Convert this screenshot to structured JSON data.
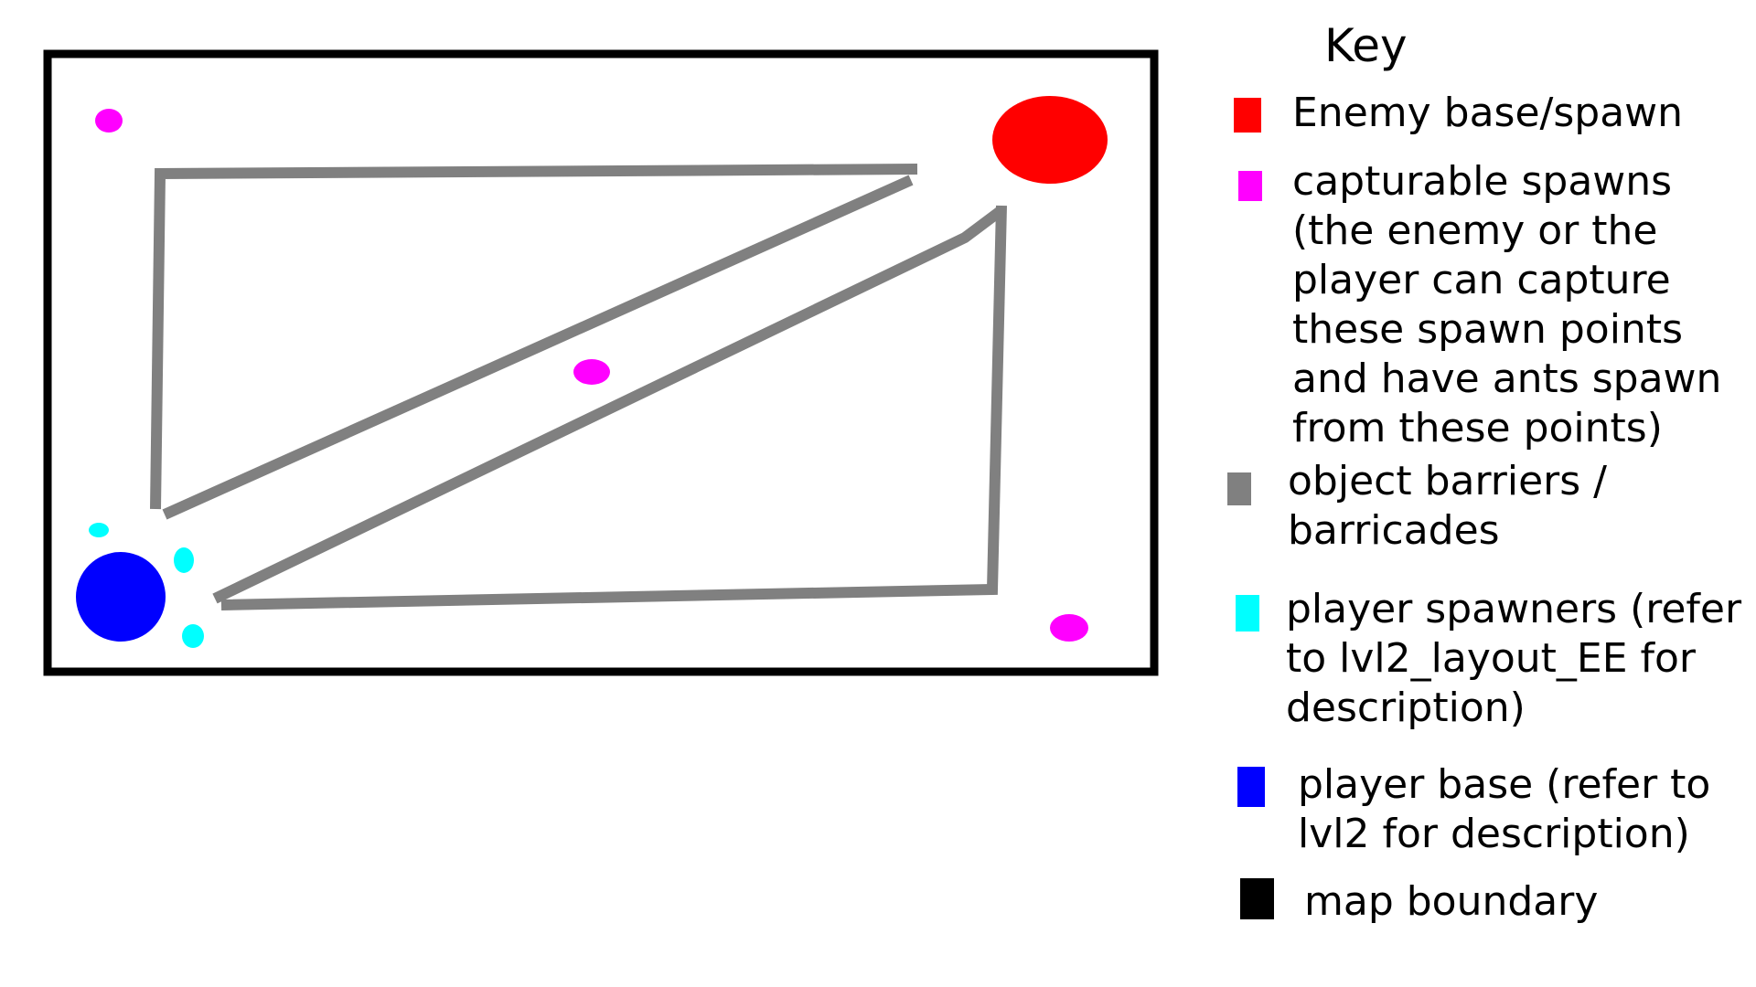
{
  "key": {
    "title": "Key",
    "items": [
      {
        "id": "enemy-base",
        "color": "#ff0000",
        "label": "Enemy base/spawn"
      },
      {
        "id": "capturable-spawns",
        "color": "#ff00ff",
        "label": "capturable spawns\n(the enemy or the\nplayer can capture\nthese spawn points\nand have ants spawn\nfrom these points)"
      },
      {
        "id": "object-barriers",
        "color": "#808080",
        "label": "object barriers /\nbarricades"
      },
      {
        "id": "player-spawners",
        "color": "#00ffff",
        "label": "player spawners (refer\nto lvl2_layout_EE for\ndescription)"
      },
      {
        "id": "player-base",
        "color": "#0000ff",
        "label": "player base (refer to\nlvl2 for description)"
      },
      {
        "id": "map-boundary",
        "color": "#000000",
        "label": "map boundary"
      }
    ]
  },
  "map": {
    "boundary_color": "#000000",
    "barrier_color": "#808080"
  }
}
